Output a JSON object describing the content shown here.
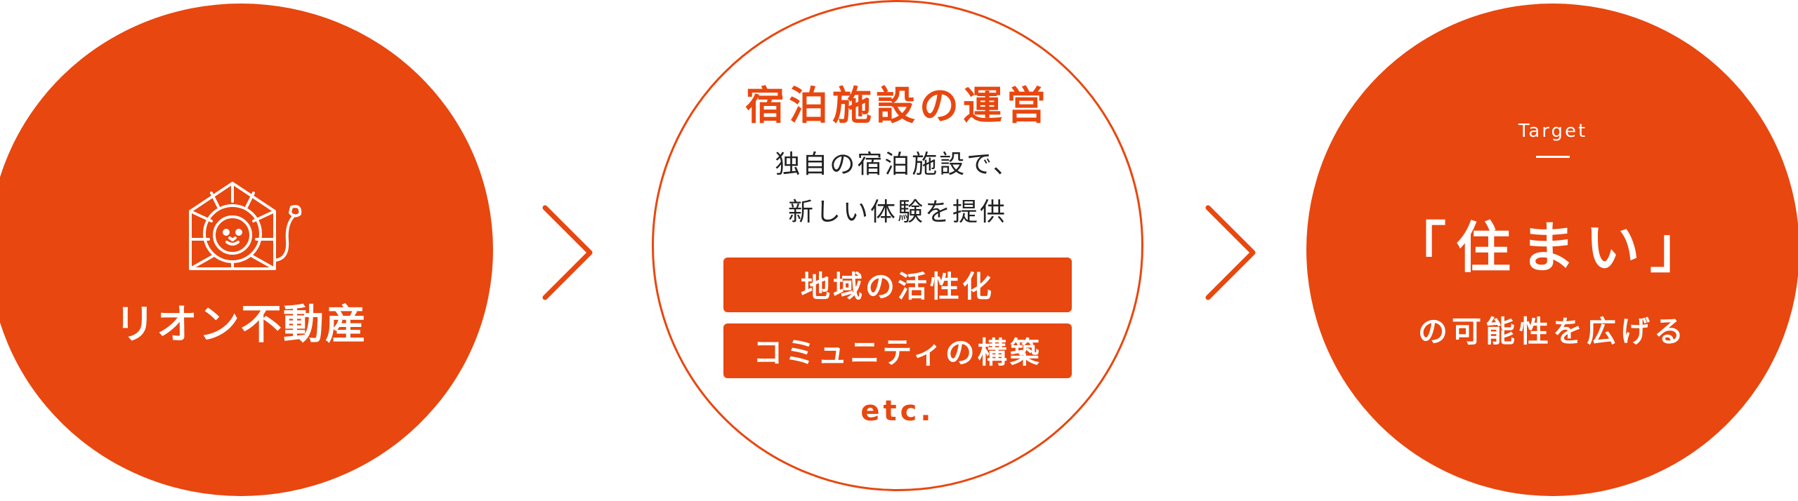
{
  "left_circle": {
    "logo_icon": "lion-house-icon",
    "brand_name": "リオン不動産"
  },
  "middle_circle": {
    "title": "宿泊施設の運営",
    "description_lines": [
      "独自の宿泊施設で、",
      "新しい体験を提供"
    ],
    "tags": [
      "地域の活性化",
      "コミュニティの構築"
    ],
    "etc": "etc."
  },
  "right_circle": {
    "label": "Target",
    "heading": "「住まい」",
    "subheading": "の可能性を広げる"
  },
  "colors": {
    "accent": "#e8470f",
    "text_dark": "#222222",
    "background": "#ffffff"
  },
  "icons": [
    "chevron-right-icon",
    "chevron-right-icon"
  ]
}
